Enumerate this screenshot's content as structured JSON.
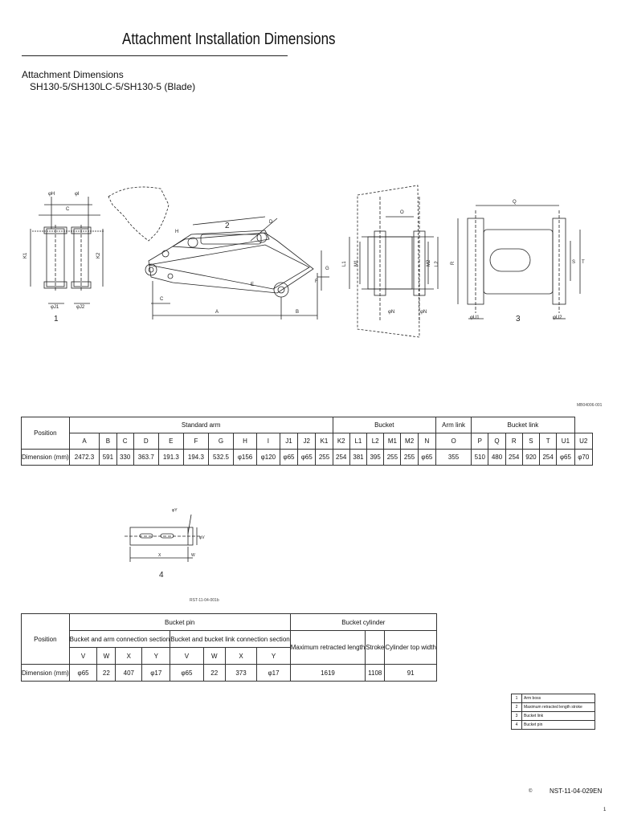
{
  "title": "Attachment Installation Dimensions",
  "subtitle": "Attachment Dimensions",
  "model": "SH130-5/SH130LC-5/SH130-5 (Blade)",
  "figure_codes": {
    "main": "MB04006-001",
    "pin": "RST-11-04-001b"
  },
  "figure_numbers": [
    "1",
    "2",
    "3",
    "4"
  ],
  "diagram_labels": {
    "fig1": [
      "φH",
      "φI",
      "C",
      "K1",
      "K2",
      "φJ1",
      "φJ2"
    ],
    "fig2": [
      "D",
      "G",
      "H",
      "F",
      "E",
      "C",
      "A",
      "B"
    ],
    "fig_bucket": [
      "O",
      "L1",
      "M1",
      "M2",
      "L2",
      "φN",
      "φN"
    ],
    "fig3": [
      "Q",
      "R",
      "S",
      "T",
      "φU1",
      "φU2"
    ],
    "fig4": [
      "φY",
      "φV",
      "X",
      "W"
    ]
  },
  "table1": {
    "position_label": "Position",
    "groups": [
      {
        "label": "Standard arm",
        "span": 12
      },
      {
        "label": "Bucket",
        "span": 6
      },
      {
        "label": "Arm link",
        "span": 1
      },
      {
        "label": "Bucket link",
        "span": 6
      }
    ],
    "columns": [
      "A",
      "B",
      "C",
      "D",
      "E",
      "F",
      "G",
      "H",
      "I",
      "J1",
      "J2",
      "K1",
      "K2",
      "L1",
      "L2",
      "M1",
      "M2",
      "N",
      "O",
      "P",
      "Q",
      "R",
      "S",
      "T",
      "U1",
      "U2"
    ],
    "row_label": "Dimension (mm)",
    "values": [
      "2472.3",
      "591",
      "330",
      "363.7",
      "191.3",
      "194.3",
      "532.5",
      "φ156",
      "φ120",
      "φ65",
      "φ65",
      "255",
      "254",
      "381",
      "395",
      "255",
      "255",
      "φ65",
      "355",
      "510",
      "480",
      "254",
      "920",
      "254",
      "φ65",
      "φ70"
    ]
  },
  "table2": {
    "position_label": "Position",
    "pin_group": "Bucket pin",
    "cyl_group": "Bucket cylinder",
    "sub1": "Bucket and arm connection section",
    "sub2": "Bucket and bucket link connection section",
    "cyl_cols": [
      "Maximum retracted length",
      "Stroke",
      "Cylinder top width"
    ],
    "pin_cols": [
      "V",
      "W",
      "X",
      "Y",
      "V",
      "W",
      "X",
      "Y"
    ],
    "row_label": "Dimension (mm)",
    "pin_values": [
      "φ65",
      "22",
      "407",
      "φ17",
      "φ65",
      "22",
      "373",
      "φ17"
    ],
    "cyl_values": [
      "1619",
      "1108",
      "91"
    ]
  },
  "legend": [
    {
      "num": "1",
      "text": "Arm boss"
    },
    {
      "num": "2",
      "text": "Maximum retracted length stroke"
    },
    {
      "num": "3",
      "text": "Bucket link"
    },
    {
      "num": "4",
      "text": "Bucket pin"
    }
  ],
  "footer": {
    "copyright": "©",
    "doc_number": "NST-11-04-029EN",
    "page": "1"
  }
}
